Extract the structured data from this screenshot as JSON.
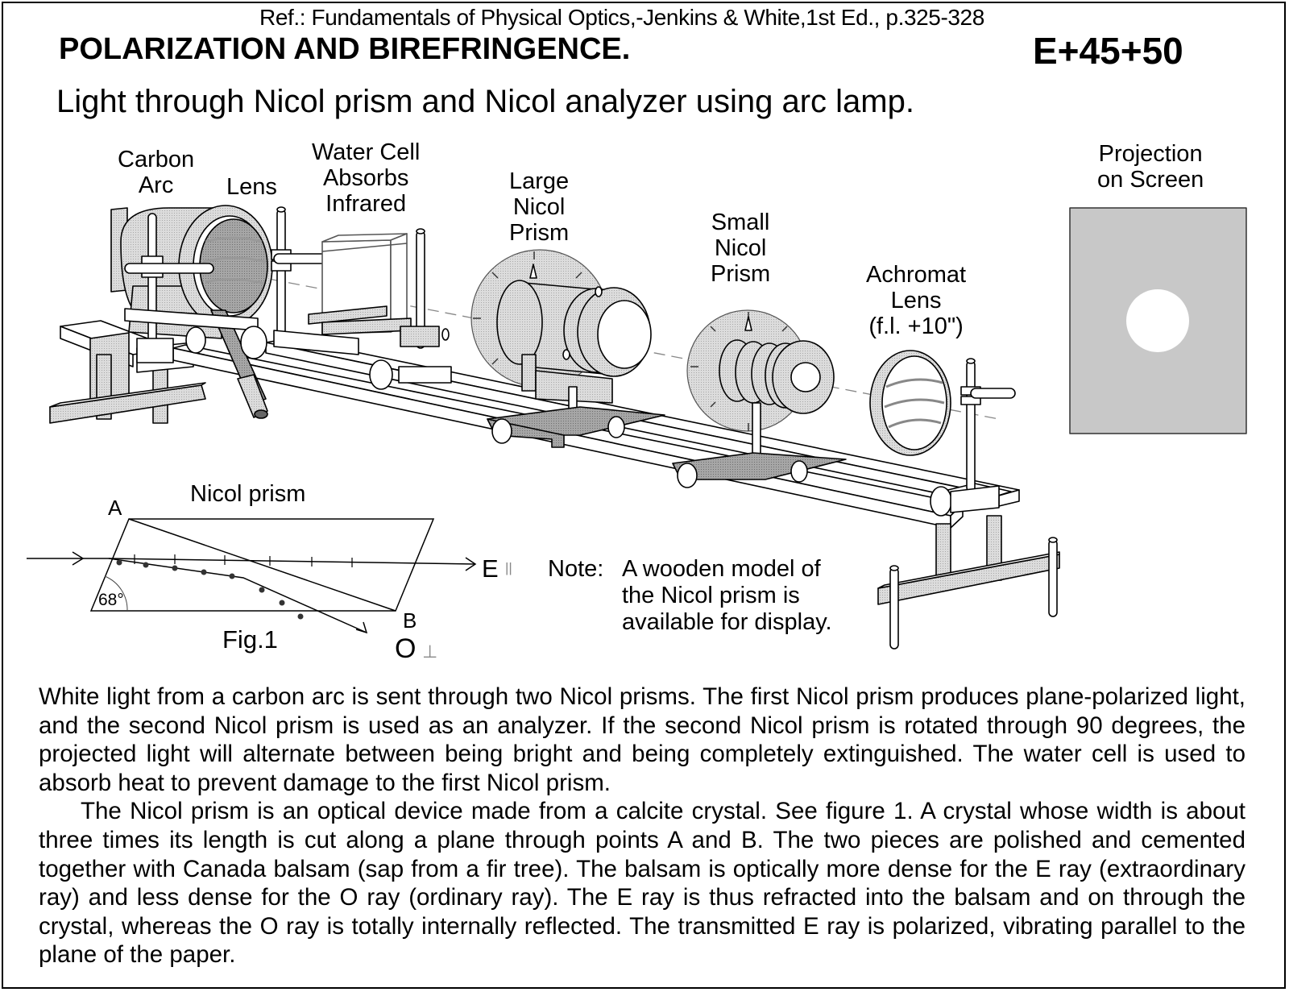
{
  "header": {
    "reference": "Ref.: Fundamentals of Physical Optics,-Jenkins & White,1st Ed., p.325-328",
    "title": "POLARIZATION AND BIREFRINGENCE.",
    "code": "E+45+50",
    "subtitle": "Light through Nicol prism and Nicol analyzer using arc lamp."
  },
  "apparatus_labels": {
    "carbon_arc": [
      "Carbon",
      "Arc"
    ],
    "lens": [
      "Lens"
    ],
    "water_cell": [
      "Water Cell",
      "Absorbs",
      "Infrared"
    ],
    "large_nicol": [
      "Large",
      "Nicol",
      "Prism"
    ],
    "small_nicol": [
      "Small",
      "Nicol",
      "Prism"
    ],
    "achromat": [
      "Achromat",
      "Lens",
      "(f.l. +10\")"
    ],
    "projection": [
      "Projection",
      "on Screen"
    ]
  },
  "colors": {
    "screen_fill": "#c8c8c8",
    "metal_fill": "#d4d4d4",
    "dark_fill": "#8a8a8a",
    "line": "#000000"
  },
  "figure1": {
    "heading": "Nicol prism",
    "caption": "Fig.1",
    "point_a": "A",
    "point_b": "B",
    "angle": "68°",
    "e_ray": "E",
    "e_symbol": "||",
    "o_ray": "O",
    "o_symbol": "⊥"
  },
  "note": {
    "label": "Note:",
    "lines": [
      "A wooden model of",
      "the Nicol prism is",
      "available for display."
    ]
  },
  "body": {
    "paragraph1": "White light from a carbon arc is sent through two Nicol prisms. The first Nicol prism produces plane-polarized light, and the second Nicol prism is used as an analyzer. If the second Nicol prism is rotated through 90 degrees, the projected light will alternate between being bright and being completely extinguished. The water cell is used to absorb heat to prevent damage to the first Nicol prism.",
    "paragraph2": "The Nicol prism is an optical device made from a calcite crystal. See figure 1. A crystal whose width is about three times its length is cut along a plane through points A and B. The two pieces are polished and cemented together with Canada balsam (sap from a fir tree). The balsam is optically more dense for the E ray (extraordinary ray) and less dense for the O ray (ordinary ray). The E ray is thus refracted into the balsam and on through the crystal, whereas the O ray is totally internally reflected. The transmitted E ray is polarized, vibrating parallel to the plane of the paper."
  }
}
